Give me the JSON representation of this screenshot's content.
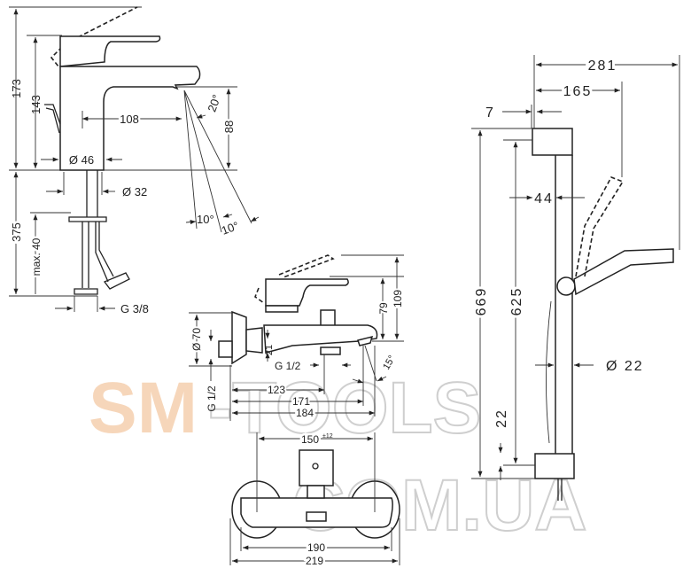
{
  "basin_mixer": {
    "height_total": "173",
    "height_lever": "143",
    "spout_reach": "108",
    "spout_height": "88",
    "spray_angle": "20°",
    "angle_a": "10°",
    "angle_b": "10°",
    "body_diameter": "Ø 46",
    "shank_diameter": "Ø 32",
    "connection_length": "375",
    "max_thickness": "max. 40",
    "connection_thread": "G 3/8"
  },
  "bath_mixer_side": {
    "flange_diameter": "Ø 70",
    "inlet_thread": "G 1/2",
    "outlet_offset": "21",
    "outlet_thread": "G 1/2",
    "height_lever": "79",
    "height_total": "109",
    "reach_outlet": "123",
    "reach_spout": "171",
    "reach_total": "184",
    "spout_angle": "15°"
  },
  "bath_mixer_front": {
    "centre_distance": "150",
    "centre_tolerance": "±12",
    "body_width": "190",
    "total_width": "219"
  },
  "shower_rail": {
    "total_projection": "281",
    "holder_projection": "165",
    "wall_offset": "7",
    "rail_height": "669",
    "fixing_distance": "625",
    "rail_offset": "44",
    "rail_diameter": "Ø 22",
    "bottom_offset": "22"
  },
  "watermark": {
    "brand": "SM",
    "brand_rest": "-TOOLS",
    "domain": "COM.UA"
  },
  "colors": {
    "line": "#222222",
    "watermark_orange": "#f4c9a3",
    "watermark_grey": "#cfcfcf"
  }
}
